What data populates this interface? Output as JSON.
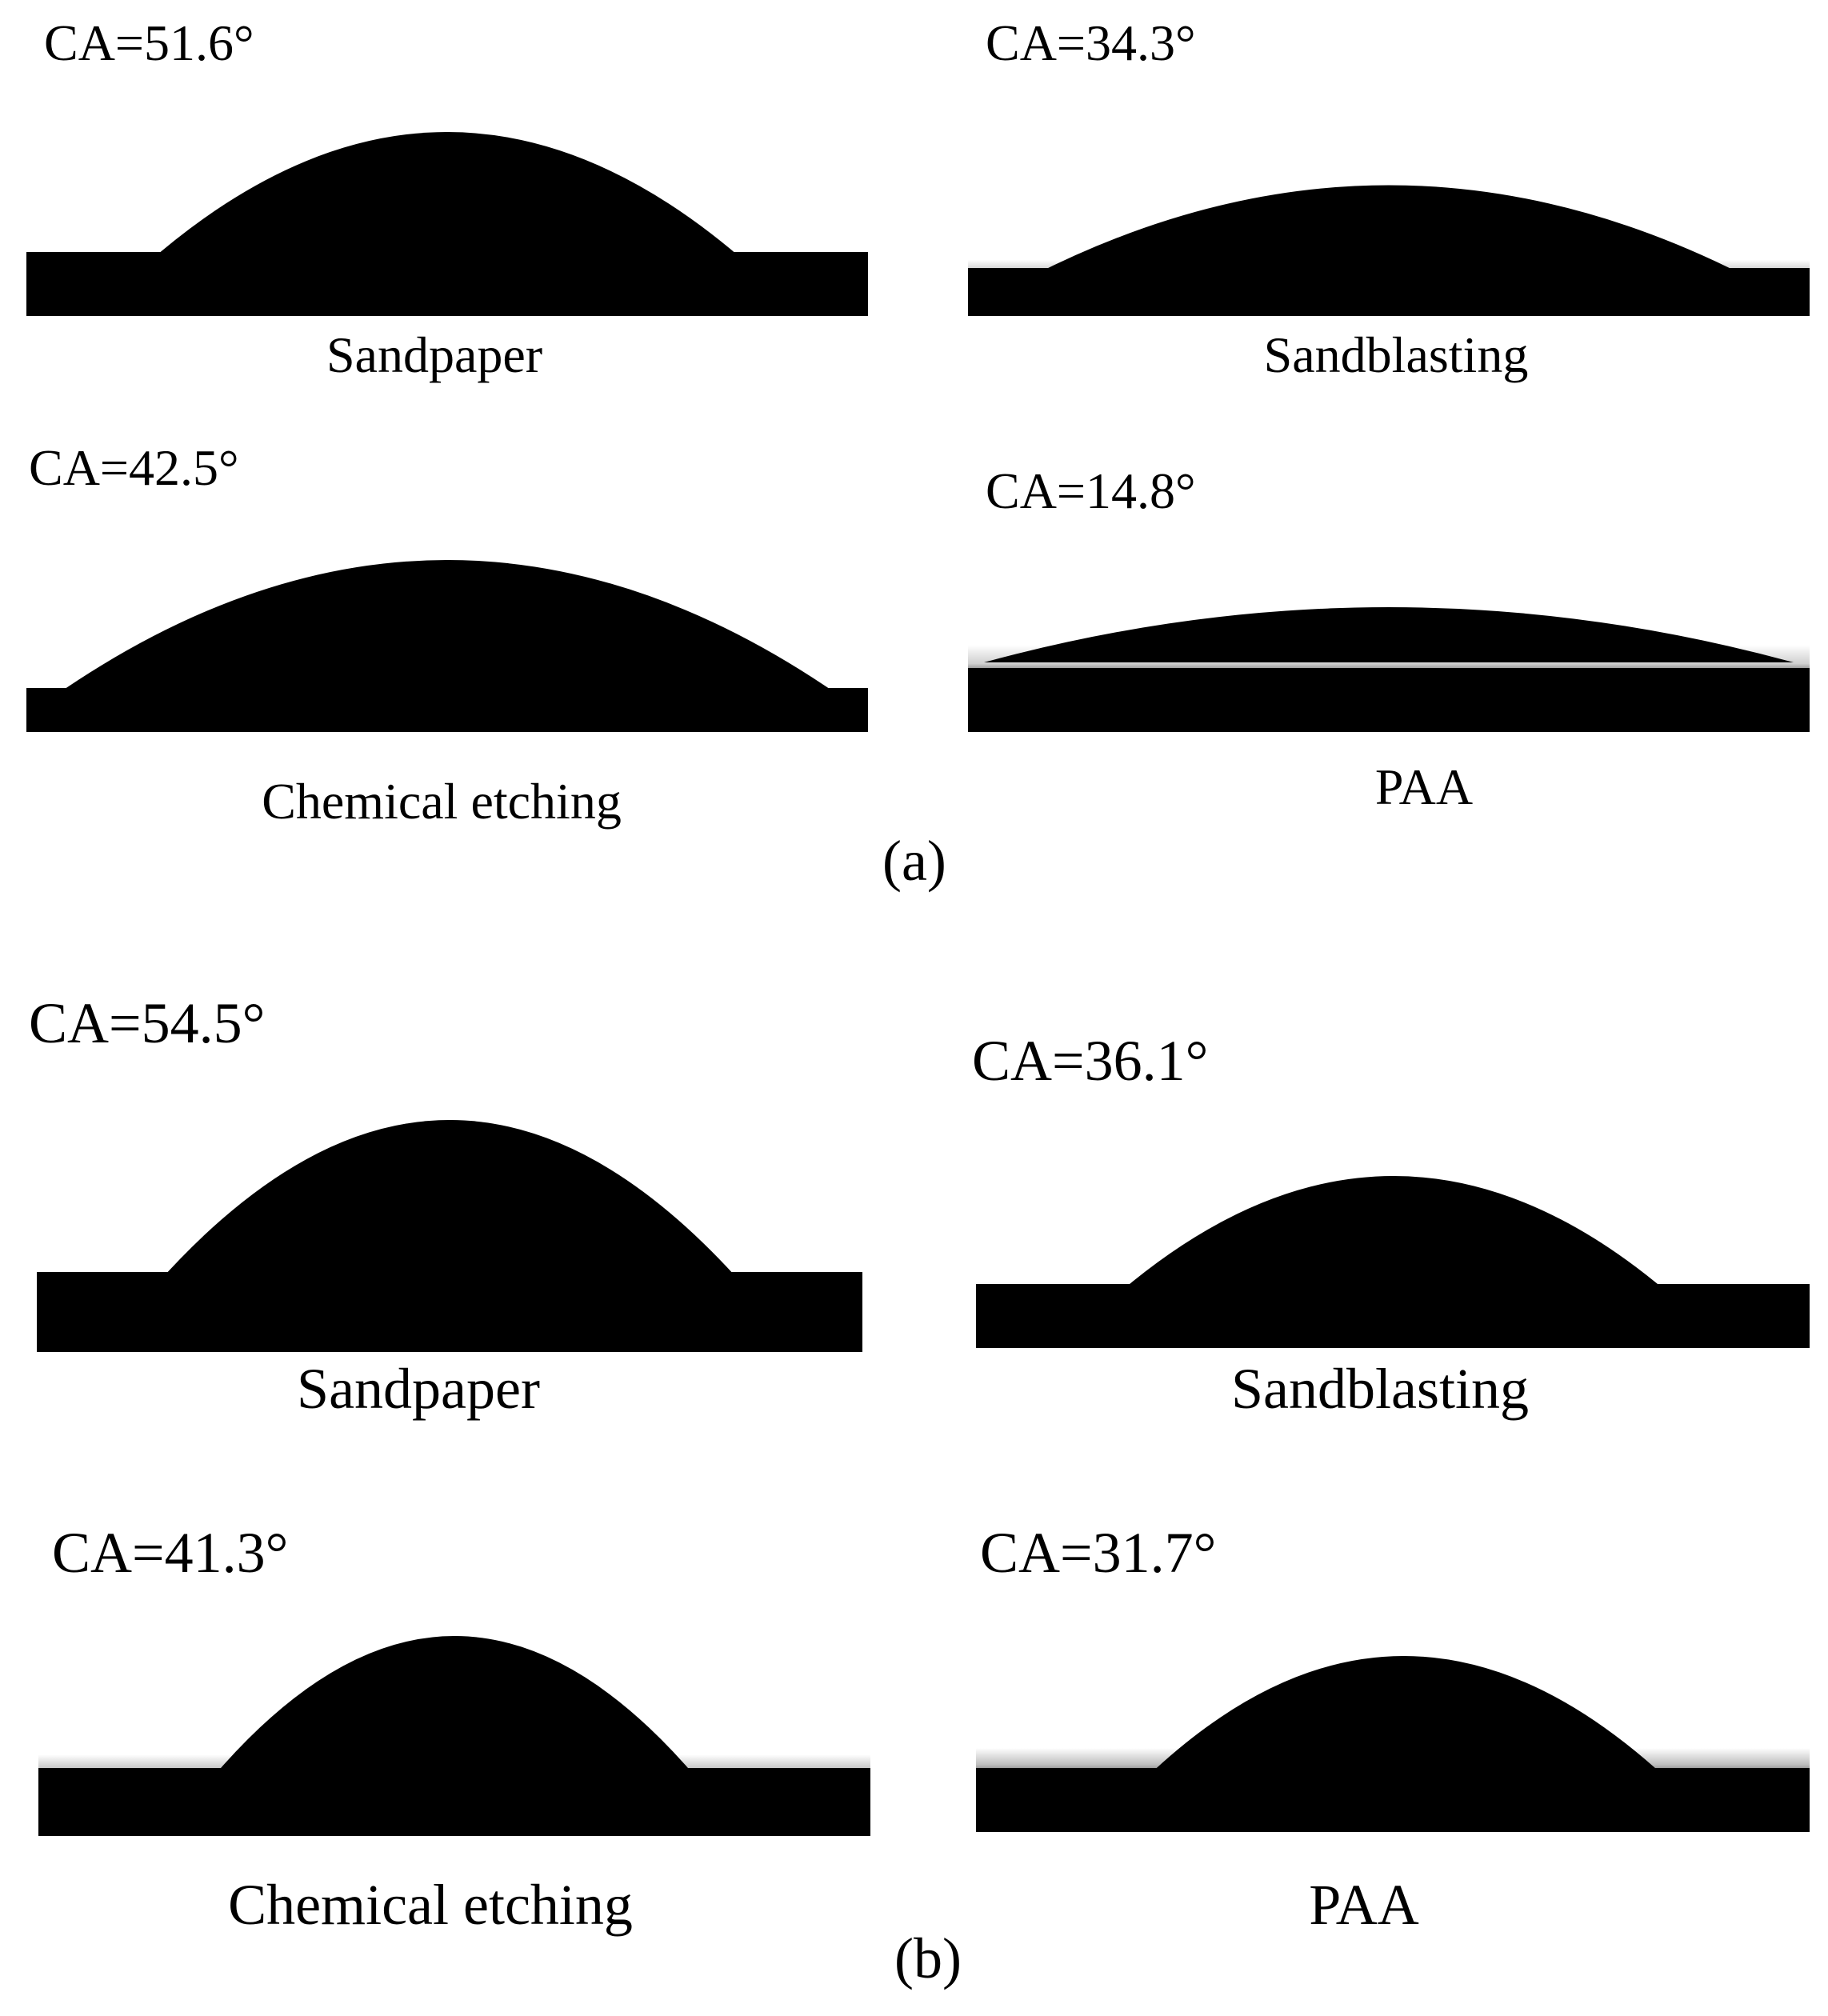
{
  "figure": {
    "panels": [
      {
        "letter": "(a)",
        "images": [
          {
            "contact_angle": "CA=51.6°",
            "surface": "Sandpaper",
            "angle_deg": 51.6
          },
          {
            "contact_angle": "CA=34.3°",
            "surface": "Sandblasting",
            "angle_deg": 34.3
          },
          {
            "contact_angle": "CA=42.5°",
            "surface": "Chemical etching",
            "angle_deg": 42.5
          },
          {
            "contact_angle": "CA=14.8°",
            "surface": "PAA",
            "angle_deg": 14.8
          }
        ]
      },
      {
        "letter": "(b)",
        "images": [
          {
            "contact_angle": "CA=54.5°",
            "surface": "Sandpaper",
            "angle_deg": 54.5
          },
          {
            "contact_angle": "CA=36.1°",
            "surface": "Sandblasting",
            "angle_deg": 36.1
          },
          {
            "contact_angle": "CA=41.3°",
            "surface": "Chemical etching",
            "angle_deg": 41.3
          },
          {
            "contact_angle": "CA=31.7°",
            "surface": "PAA",
            "angle_deg": 31.7
          }
        ]
      }
    ]
  }
}
